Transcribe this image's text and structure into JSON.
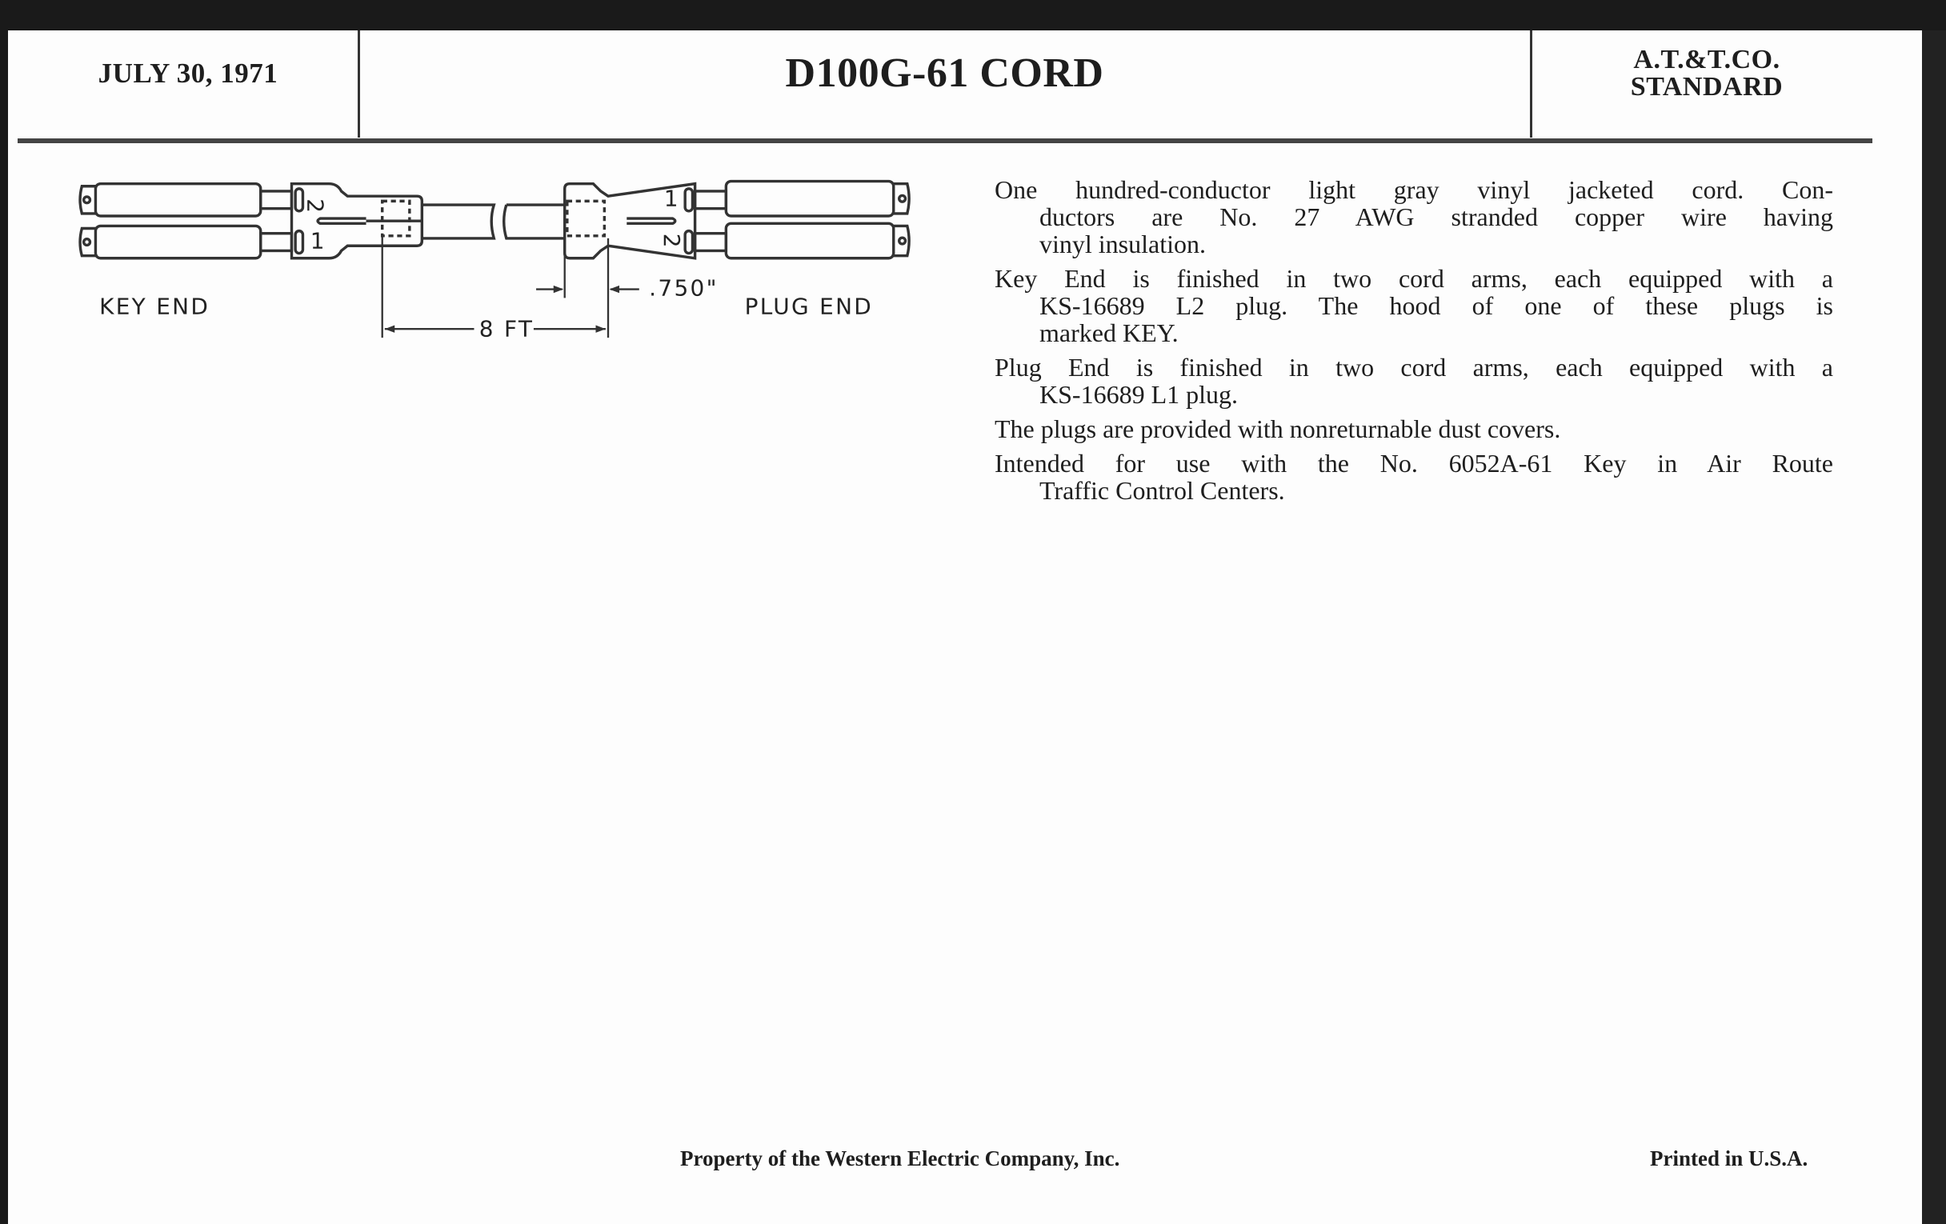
{
  "header": {
    "date": "JULY 30, 1971",
    "title": "D100G-61 CORD",
    "standard_line1": "A.T.&T.CO.",
    "standard_line2": "STANDARD"
  },
  "diagram": {
    "key_end_label": "KEY END",
    "plug_end_label": "PLUG END",
    "length_label": "8 FT",
    "dimension_label": ".750\"",
    "key_plug_markings": [
      "2",
      "1"
    ],
    "plug_plug_markings": [
      "1",
      "2"
    ]
  },
  "description": [
    [
      "One hundred-conductor light gray vinyl jacketed cord. Con-",
      "ductors are No. 27 AWG stranded copper wire having",
      "vinyl insulation."
    ],
    [
      "Key End is finished in two cord arms, each equipped with a",
      "KS-16689 L2 plug. The hood of one of these plugs is",
      "marked KEY."
    ],
    [
      "Plug End is finished in two cord arms, each equipped with a",
      "KS-16689 L1 plug."
    ],
    [
      "The plugs are provided with nonreturnable dust covers."
    ],
    [
      "Intended for use with the No. 6052A-61 Key in Air Route",
      "Traffic Control Centers."
    ]
  ],
  "footer": {
    "property": "Property of the Western Electric Company, Inc.",
    "printed": "Printed in U.S.A."
  }
}
